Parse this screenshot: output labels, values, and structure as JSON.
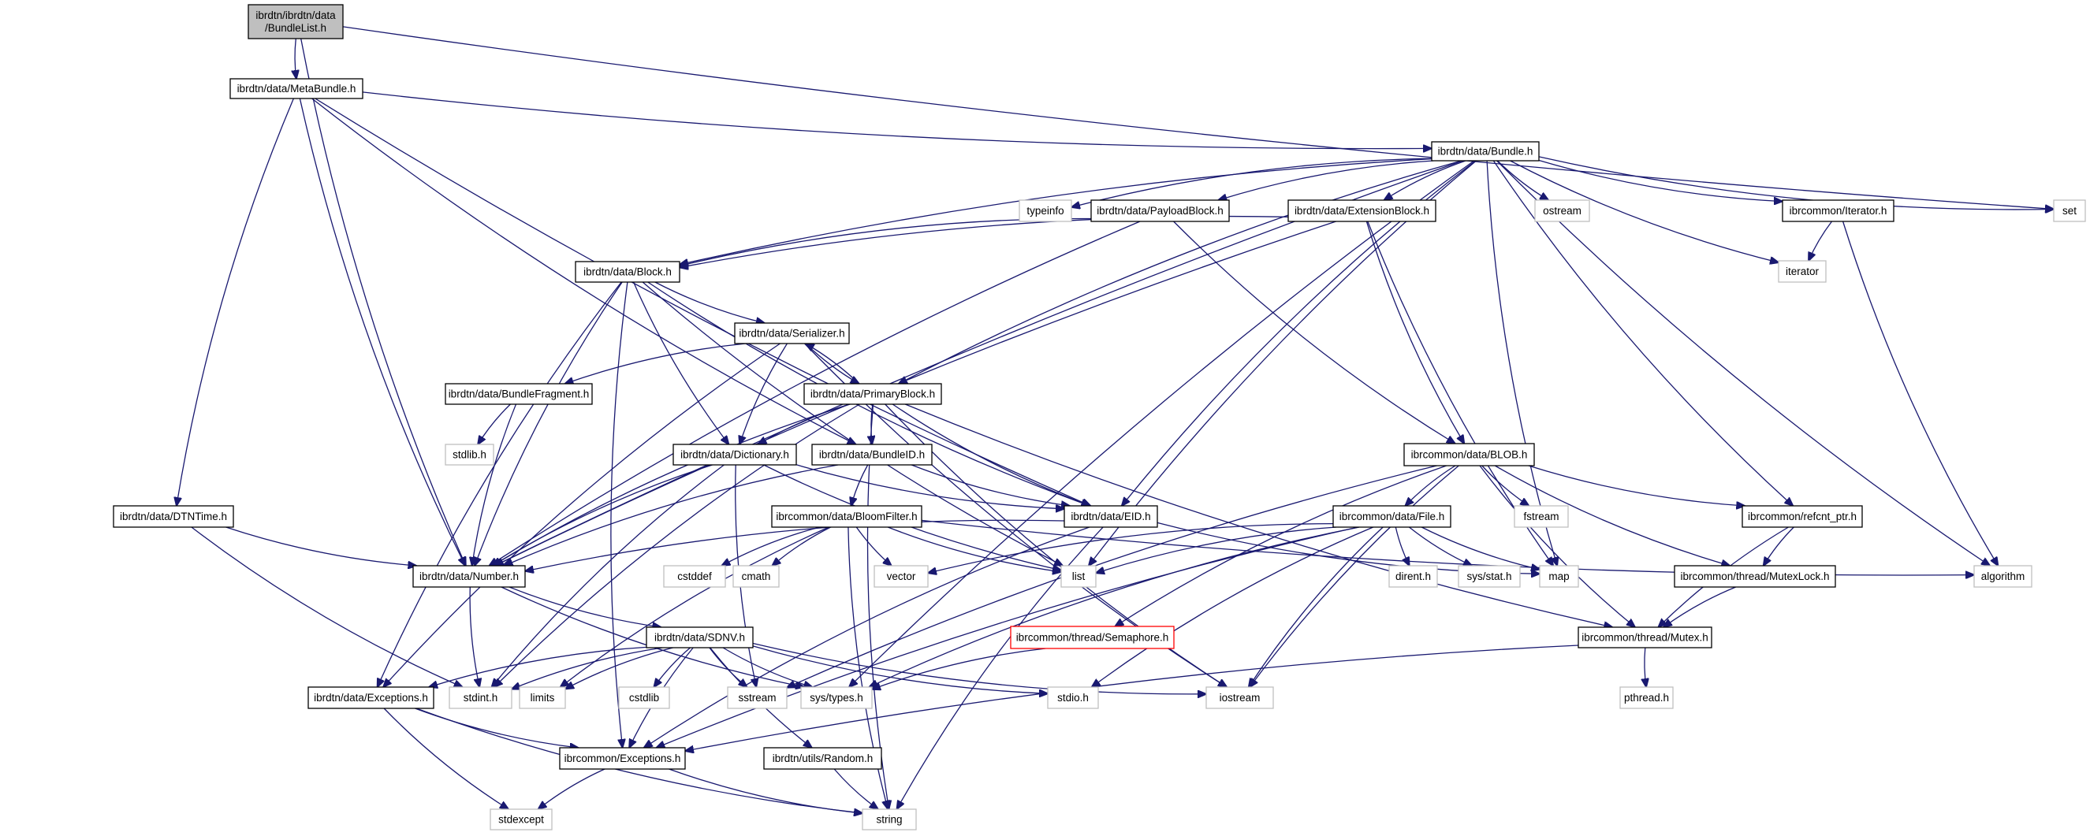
{
  "title": "ibrdtn/ibrdtn/data/BundleList.h include dependency graph",
  "colors": {
    "edge": "#191970",
    "root_fill": "#bfbfbf",
    "project_border": "#000000",
    "external_border": "#bfbfbf",
    "warning_border": "#ff0000"
  },
  "nodes": [
    {
      "id": "bundlelist",
      "label": [
        "ibrdtn/ibrdtn/data",
        "/BundleList.h"
      ],
      "kind": "root"
    },
    {
      "id": "metabundle",
      "label": [
        "ibrdtn/data/MetaBundle.h"
      ],
      "kind": "project"
    },
    {
      "id": "bundle",
      "label": [
        "ibrdtn/data/Bundle.h"
      ],
      "kind": "project"
    },
    {
      "id": "typeinfo",
      "label": [
        "typeinfo"
      ],
      "kind": "external"
    },
    {
      "id": "payloadblock",
      "label": [
        "ibrdtn/data/PayloadBlock.h"
      ],
      "kind": "project"
    },
    {
      "id": "extensionblock",
      "label": [
        "ibrdtn/data/ExtensionBlock.h"
      ],
      "kind": "project"
    },
    {
      "id": "ostream",
      "label": [
        "ostream"
      ],
      "kind": "external"
    },
    {
      "id": "iteratorh",
      "label": [
        "ibrcommon/Iterator.h"
      ],
      "kind": "project"
    },
    {
      "id": "set",
      "label": [
        "set"
      ],
      "kind": "external"
    },
    {
      "id": "iterator",
      "label": [
        "iterator"
      ],
      "kind": "external"
    },
    {
      "id": "block",
      "label": [
        "ibrdtn/data/Block.h"
      ],
      "kind": "project"
    },
    {
      "id": "serializer",
      "label": [
        "ibrdtn/data/Serializer.h"
      ],
      "kind": "project"
    },
    {
      "id": "bundlefragment",
      "label": [
        "ibrdtn/data/BundleFragment.h"
      ],
      "kind": "project"
    },
    {
      "id": "primaryblock",
      "label": [
        "ibrdtn/data/PrimaryBlock.h"
      ],
      "kind": "project"
    },
    {
      "id": "stdlib",
      "label": [
        "stdlib.h"
      ],
      "kind": "external"
    },
    {
      "id": "dictionary",
      "label": [
        "ibrdtn/data/Dictionary.h"
      ],
      "kind": "project"
    },
    {
      "id": "bundleid",
      "label": [
        "ibrdtn/data/BundleID.h"
      ],
      "kind": "project"
    },
    {
      "id": "blob",
      "label": [
        "ibrcommon/data/BLOB.h"
      ],
      "kind": "project"
    },
    {
      "id": "dtntime",
      "label": [
        "ibrdtn/data/DTNTime.h"
      ],
      "kind": "project"
    },
    {
      "id": "bloomfilter",
      "label": [
        "ibrcommon/data/BloomFilter.h"
      ],
      "kind": "project"
    },
    {
      "id": "eid",
      "label": [
        "ibrdtn/data/EID.h"
      ],
      "kind": "project"
    },
    {
      "id": "file",
      "label": [
        "ibrcommon/data/File.h"
      ],
      "kind": "project"
    },
    {
      "id": "fstream",
      "label": [
        "fstream"
      ],
      "kind": "external"
    },
    {
      "id": "refcnt",
      "label": [
        "ibrcommon/refcnt_ptr.h"
      ],
      "kind": "project"
    },
    {
      "id": "number",
      "label": [
        "ibrdtn/data/Number.h"
      ],
      "kind": "project"
    },
    {
      "id": "cstddef",
      "label": [
        "cstddef"
      ],
      "kind": "external"
    },
    {
      "id": "cmath",
      "label": [
        "cmath"
      ],
      "kind": "external"
    },
    {
      "id": "vector",
      "label": [
        "vector"
      ],
      "kind": "external"
    },
    {
      "id": "list",
      "label": [
        "list"
      ],
      "kind": "external"
    },
    {
      "id": "direnth",
      "label": [
        "dirent.h"
      ],
      "kind": "external"
    },
    {
      "id": "sysstat",
      "label": [
        "sys/stat.h"
      ],
      "kind": "external"
    },
    {
      "id": "map",
      "label": [
        "map"
      ],
      "kind": "external"
    },
    {
      "id": "mutexlock",
      "label": [
        "ibrcommon/thread/MutexLock.h"
      ],
      "kind": "project"
    },
    {
      "id": "algorithm",
      "label": [
        "algorithm"
      ],
      "kind": "external"
    },
    {
      "id": "sdnv",
      "label": [
        "ibrdtn/data/SDNV.h"
      ],
      "kind": "project"
    },
    {
      "id": "semaphore",
      "label": [
        "ibrcommon/thread/Semaphore.h"
      ],
      "kind": "warn"
    },
    {
      "id": "mutex",
      "label": [
        "ibrcommon/thread/Mutex.h"
      ],
      "kind": "project"
    },
    {
      "id": "dataexceptions",
      "label": [
        "ibrdtn/data/Exceptions.h"
      ],
      "kind": "project"
    },
    {
      "id": "stdint",
      "label": [
        "stdint.h"
      ],
      "kind": "external"
    },
    {
      "id": "limits",
      "label": [
        "limits"
      ],
      "kind": "external"
    },
    {
      "id": "cstdlib",
      "label": [
        "cstdlib"
      ],
      "kind": "external"
    },
    {
      "id": "sstream",
      "label": [
        "sstream"
      ],
      "kind": "external"
    },
    {
      "id": "systypes",
      "label": [
        "sys/types.h"
      ],
      "kind": "external"
    },
    {
      "id": "stdio",
      "label": [
        "stdio.h"
      ],
      "kind": "external"
    },
    {
      "id": "iostream",
      "label": [
        "iostream"
      ],
      "kind": "external"
    },
    {
      "id": "pthread",
      "label": [
        "pthread.h"
      ],
      "kind": "external"
    },
    {
      "id": "commonexceptions",
      "label": [
        "ibrcommon/Exceptions.h"
      ],
      "kind": "project"
    },
    {
      "id": "random",
      "label": [
        "ibrdtn/utils/Random.h"
      ],
      "kind": "project"
    },
    {
      "id": "stdexcept",
      "label": [
        "stdexcept"
      ],
      "kind": "external"
    },
    {
      "id": "string",
      "label": [
        "string"
      ],
      "kind": "external"
    }
  ],
  "edges": [
    [
      "bundlelist",
      "metabundle"
    ],
    [
      "bundlelist",
      "number"
    ],
    [
      "bundlelist",
      "set"
    ],
    [
      "metabundle",
      "bundle"
    ],
    [
      "metabundle",
      "dtntime"
    ],
    [
      "metabundle",
      "number"
    ],
    [
      "metabundle",
      "bundleid"
    ],
    [
      "metabundle",
      "eid"
    ],
    [
      "bundle",
      "typeinfo"
    ],
    [
      "bundle",
      "payloadblock"
    ],
    [
      "bundle",
      "extensionblock"
    ],
    [
      "bundle",
      "ostream"
    ],
    [
      "bundle",
      "iteratorh"
    ],
    [
      "bundle",
      "set"
    ],
    [
      "bundle",
      "iterator"
    ],
    [
      "bundle",
      "algorithm"
    ],
    [
      "bundle",
      "block"
    ],
    [
      "bundle",
      "primaryblock"
    ],
    [
      "bundle",
      "number"
    ],
    [
      "bundle",
      "eid"
    ],
    [
      "bundle",
      "list"
    ],
    [
      "bundle",
      "map"
    ],
    [
      "bundle",
      "refcnt"
    ],
    [
      "bundle",
      "systypes"
    ],
    [
      "iteratorh",
      "iterator"
    ],
    [
      "iteratorh",
      "algorithm"
    ],
    [
      "payloadblock",
      "block"
    ],
    [
      "payloadblock",
      "blob"
    ],
    [
      "payloadblock",
      "number"
    ],
    [
      "extensionblock",
      "block"
    ],
    [
      "extensionblock",
      "blob"
    ],
    [
      "extensionblock",
      "map"
    ],
    [
      "extensionblock",
      "number"
    ],
    [
      "block",
      "serializer"
    ],
    [
      "block",
      "dictionary"
    ],
    [
      "block",
      "eid"
    ],
    [
      "block",
      "list"
    ],
    [
      "block",
      "number"
    ],
    [
      "block",
      "dataexceptions"
    ],
    [
      "block",
      "commonexceptions"
    ],
    [
      "serializer",
      "primaryblock"
    ],
    [
      "serializer",
      "bundlefragment"
    ],
    [
      "serializer",
      "dictionary"
    ],
    [
      "serializer",
      "iostream"
    ],
    [
      "serializer",
      "dataexceptions"
    ],
    [
      "primaryblock",
      "serializer"
    ],
    [
      "primaryblock",
      "dictionary"
    ],
    [
      "primaryblock",
      "bundleid"
    ],
    [
      "primaryblock",
      "eid"
    ],
    [
      "primaryblock",
      "number"
    ],
    [
      "primaryblock",
      "string"
    ],
    [
      "primaryblock",
      "mutex"
    ],
    [
      "primaryblock",
      "stdint"
    ],
    [
      "primaryblock",
      "iostream"
    ],
    [
      "bundlefragment",
      "stdlib"
    ],
    [
      "bundlefragment",
      "number"
    ],
    [
      "dictionary",
      "eid"
    ],
    [
      "dictionary",
      "number"
    ],
    [
      "dictionary",
      "list"
    ],
    [
      "dictionary",
      "stdint"
    ],
    [
      "dictionary",
      "sstream"
    ],
    [
      "bundleid",
      "bloomfilter"
    ],
    [
      "bundleid",
      "eid"
    ],
    [
      "bundleid",
      "number"
    ],
    [
      "bloomfilter",
      "cstddef"
    ],
    [
      "bloomfilter",
      "cmath"
    ],
    [
      "bloomfilter",
      "vector"
    ],
    [
      "bloomfilter",
      "list"
    ],
    [
      "bloomfilter",
      "string"
    ],
    [
      "bloomfilter",
      "limits"
    ],
    [
      "bloomfilter",
      "algorithm"
    ],
    [
      "blob",
      "file"
    ],
    [
      "blob",
      "fstream"
    ],
    [
      "blob",
      "refcnt"
    ],
    [
      "blob",
      "mutexlock"
    ],
    [
      "blob",
      "mutex"
    ],
    [
      "blob",
      "semaphore"
    ],
    [
      "blob",
      "iostream"
    ],
    [
      "blob",
      "sstream"
    ],
    [
      "file",
      "dirent.h"
    ],
    [
      "file",
      "direnth"
    ],
    [
      "file",
      "sysstat"
    ],
    [
      "file",
      "map"
    ],
    [
      "file",
      "list"
    ],
    [
      "file",
      "vector"
    ],
    [
      "file",
      "iostream"
    ],
    [
      "file",
      "stdio"
    ],
    [
      "file",
      "systypes"
    ],
    [
      "file",
      "commonexceptions"
    ],
    [
      "refcnt",
      "mutexlock"
    ],
    [
      "refcnt",
      "mutex"
    ],
    [
      "mutexlock",
      "mutex"
    ],
    [
      "mutex",
      "pthread"
    ],
    [
      "mutex",
      "commonexceptions"
    ],
    [
      "semaphore",
      "systypes"
    ],
    [
      "eid",
      "number"
    ],
    [
      "eid",
      "map"
    ],
    [
      "eid",
      "commonexceptions"
    ],
    [
      "eid",
      "string"
    ],
    [
      "dtntime",
      "number"
    ],
    [
      "dtntime",
      "stdint"
    ],
    [
      "number",
      "sdnv"
    ],
    [
      "number",
      "stdint"
    ],
    [
      "number",
      "systypes"
    ],
    [
      "sdnv",
      "dataexceptions"
    ],
    [
      "sdnv",
      "stdint"
    ],
    [
      "sdnv",
      "limits"
    ],
    [
      "sdnv",
      "cstdlib"
    ],
    [
      "sdnv",
      "sstream"
    ],
    [
      "sdnv",
      "systypes"
    ],
    [
      "sdnv",
      "stdio"
    ],
    [
      "sdnv",
      "iostream"
    ],
    [
      "sdnv",
      "commonexceptions"
    ],
    [
      "sdnv",
      "random"
    ],
    [
      "dataexceptions",
      "commonexceptions"
    ],
    [
      "dataexceptions",
      "stdexcept"
    ],
    [
      "dataexceptions",
      "string"
    ],
    [
      "commonexceptions",
      "stdexcept"
    ],
    [
      "commonexceptions",
      "string"
    ],
    [
      "random",
      "string"
    ]
  ]
}
